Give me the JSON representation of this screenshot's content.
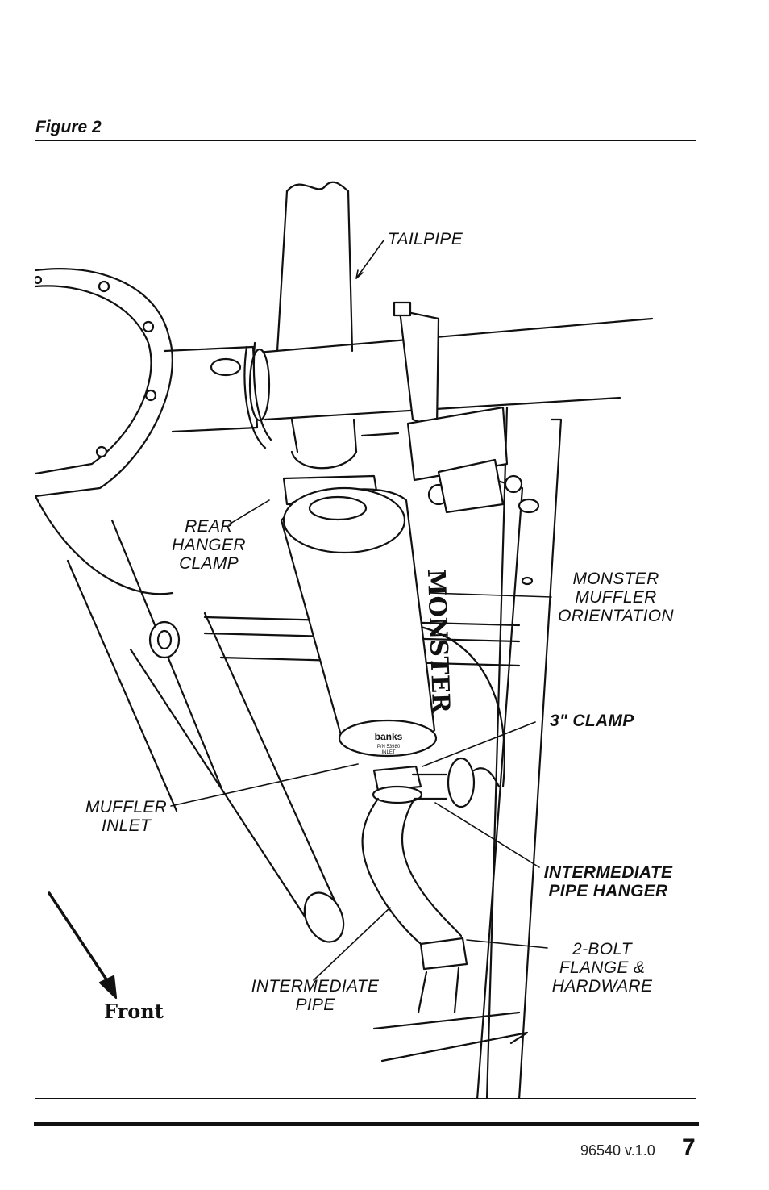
{
  "figure": {
    "title": "Figure 2",
    "labels": {
      "tailpipe": "TAILPIPE",
      "rear_hanger_clamp": "REAR\nHANGER\nCLAMP",
      "monster_muffler_orientation": "MONSTER\nMUFFLER\nORIENTATION",
      "three_inch_clamp": "3\" CLAMP",
      "muffler_inlet": "MUFFLER\nINLET",
      "intermediate_pipe_hanger": "INTERMEDIATE\nPIPE HANGER",
      "two_bolt_flange": "2-BOLT\nFLANGE &\nHARDWARE",
      "intermediate_pipe": "INTERMEDIATE\nPIPE",
      "front": "Front"
    },
    "muffler_text": {
      "brand": "MONSTER",
      "logo": "banks",
      "part": "P/N 53980",
      "inlet": "INLET"
    }
  },
  "footer": {
    "doc_code": "96540 v.1.0",
    "page_number": "7"
  }
}
